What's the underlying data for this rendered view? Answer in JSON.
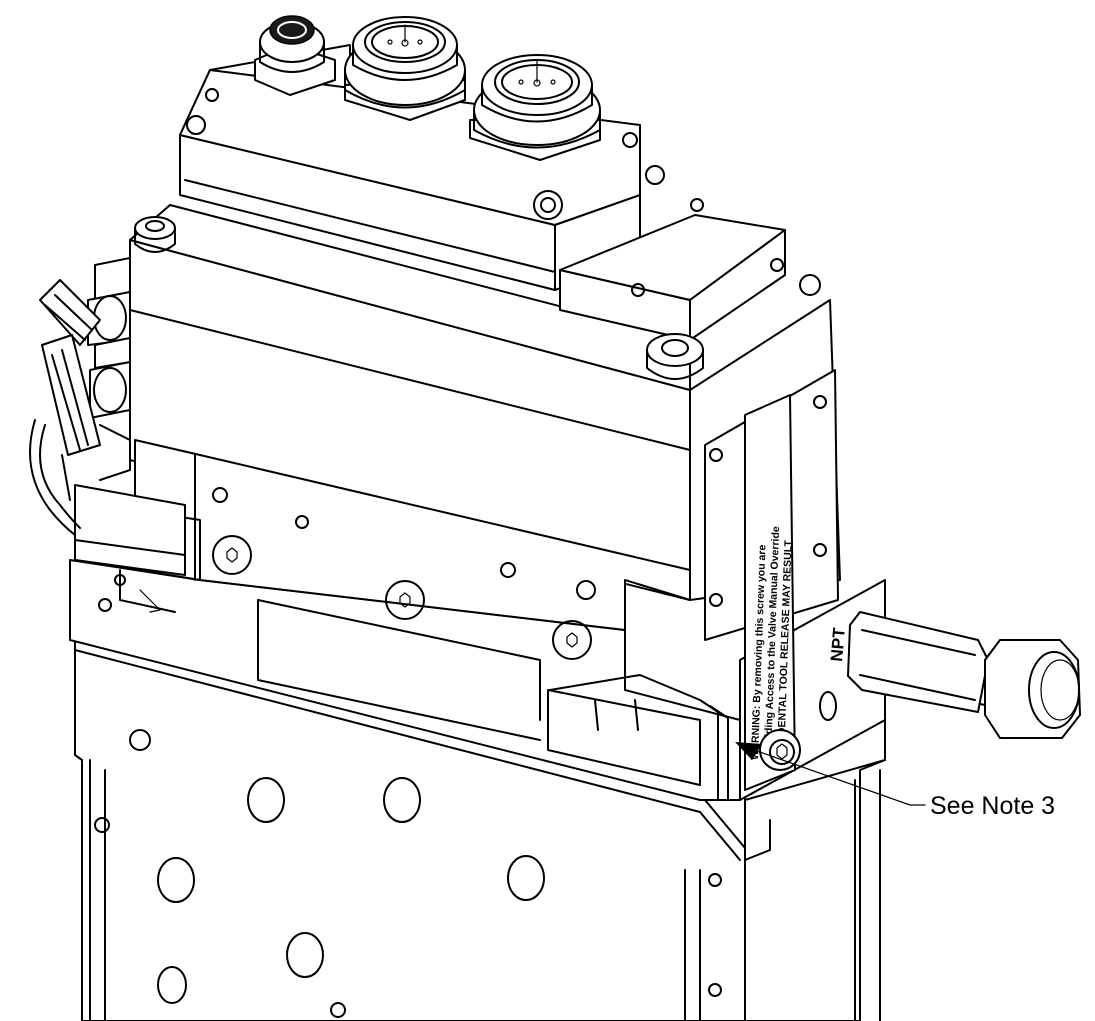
{
  "callout": {
    "note_label": "See Note 3"
  },
  "fitting": {
    "port_label": "NPT"
  },
  "warning_label": {
    "line1": "WARNING: By removing this screw you are",
    "line2": "Providing Access to the Valve Manual Override",
    "line3": "ACCIDENTAL TOOL RELEASE MAY RESULT"
  },
  "colors": {
    "line": "#000000",
    "background": "#ffffff"
  }
}
